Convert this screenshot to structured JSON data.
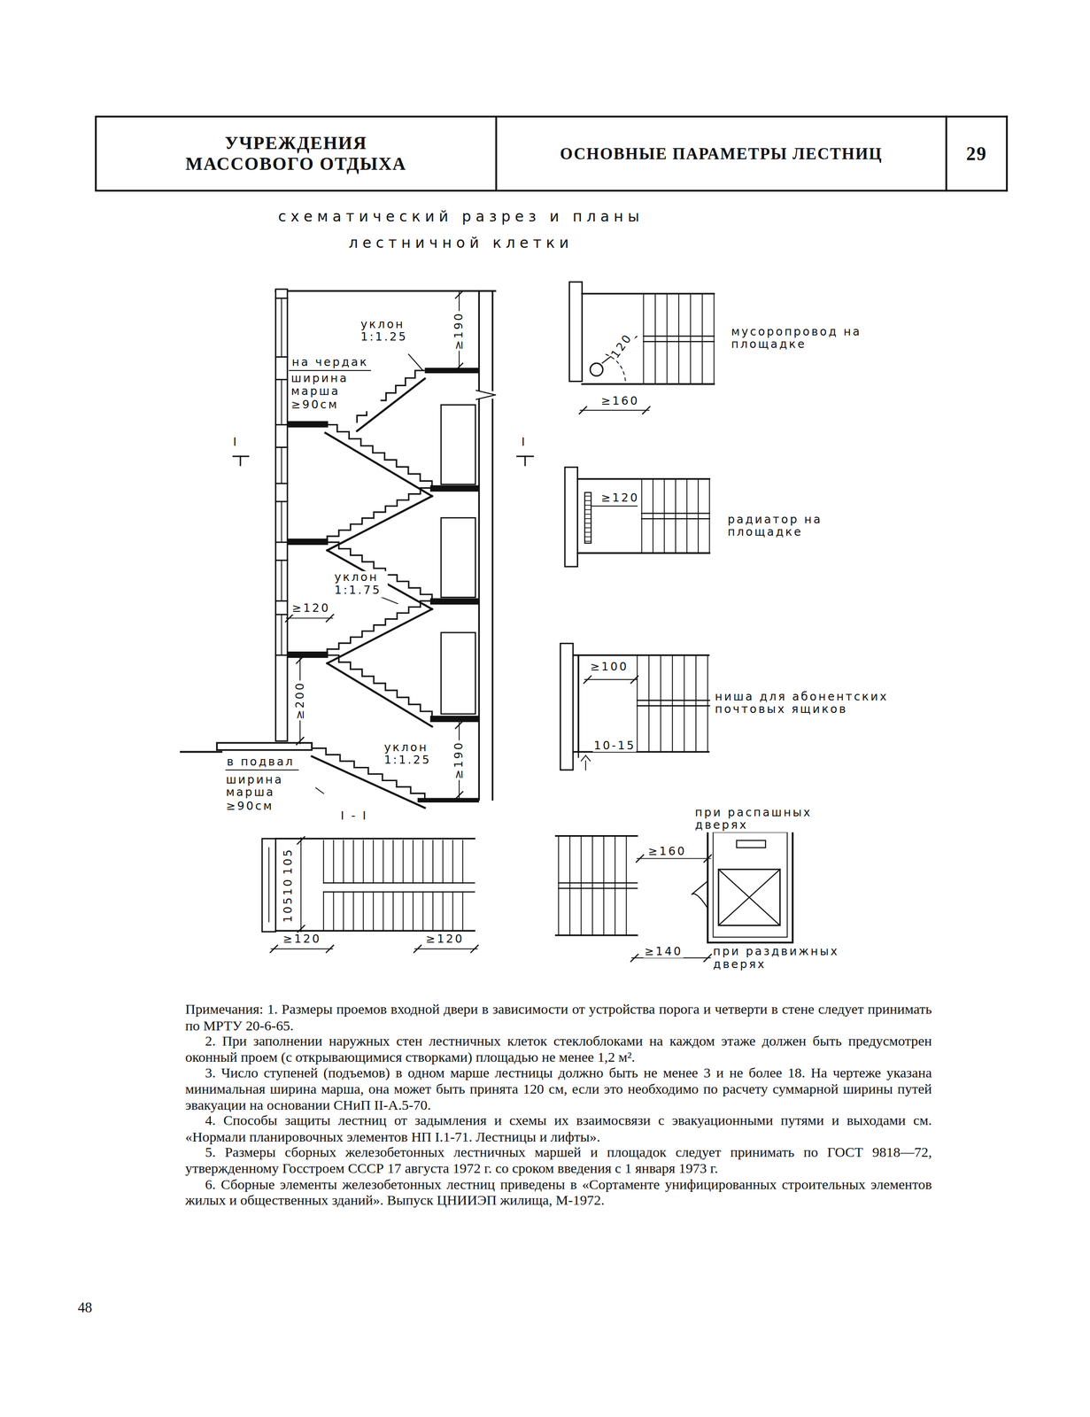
{
  "diagram": {
    "title": "схематический разрез и планы лестничной клетки",
    "nodes": [
      {
        "text": [
          "УЧРЕЖДЕНИЯ МАССОВОГО ОТДЫХА"
        ]
      },
      {
        "text": [
          "ОСНОВНЫЕ ПАРАМЕТРЫ ЛЕСТНИЦ"
        ]
      },
      {
        "text": [
          "29"
        ]
      }
    ],
    "labels": [
      "уклон 1:1.25",
      "на чердак",
      "ширина марша ≥90см",
      "≥190",
      "I",
      "I",
      "уклон 1:1.75",
      "≥120",
      "≥200",
      "уклон 1:1.25",
      "≥190",
      "в подвал",
      "ширина марша ≥90см",
      "I - I",
      "105",
      "10",
      "105",
      "≥120",
      "≥120",
      "120",
      "≥160",
      "мусоропровод на площадке",
      "≥120",
      "радиатор на площадке",
      "≥100",
      "10-15",
      "ниша для абонентских почтовых ящиков",
      "при распашных дверях",
      "≥160",
      "≥140",
      "при раздвижных дверях",
      "Примечания: 1. Размеры проемов входной двери в зависимости от устройства порога и четверти в стене следует принимать по МРТУ 20-6-65.",
      "2. При заполнении наружных стен лестничных клеток стеклоблоками на каждом этаже должен быть предусмотрен оконный проем (с открывающимися створками) площадью не менее 1,2 м².",
      "3. Число ступеней (подъемов) в одном марше лестницы должно быть не менее 3 и не более 18. На чертеже указана минимальная ширина марша, она может быть принята 120 см, если это необходимо по расчету суммарной ширины путей эвакуации на основании СНиП II-А.5-70.",
      "4. Способы защиты лестниц от задымления и схемы их взаимосвязи с эвакуационными путями и выходами см. «Нормали планировочных элементов НП I.1-71. Лестницы и лифты».",
      "5. Размеры сборных железобетонных лестничных маршей и площадок следует принимать по ГОСТ 9818—72, утвержденному Госстроем СССР 17 августа 1972 г. со сроком введения с 1 января 1973 г.",
      "6. Сборные элементы железобетонных лестниц приведены в «Сортаменте унифицированных строительных элементов жилых и общественных зданий». Выпуск ЦНИИЭП жилища, М-1972.",
      "48"
    ]
  }
}
